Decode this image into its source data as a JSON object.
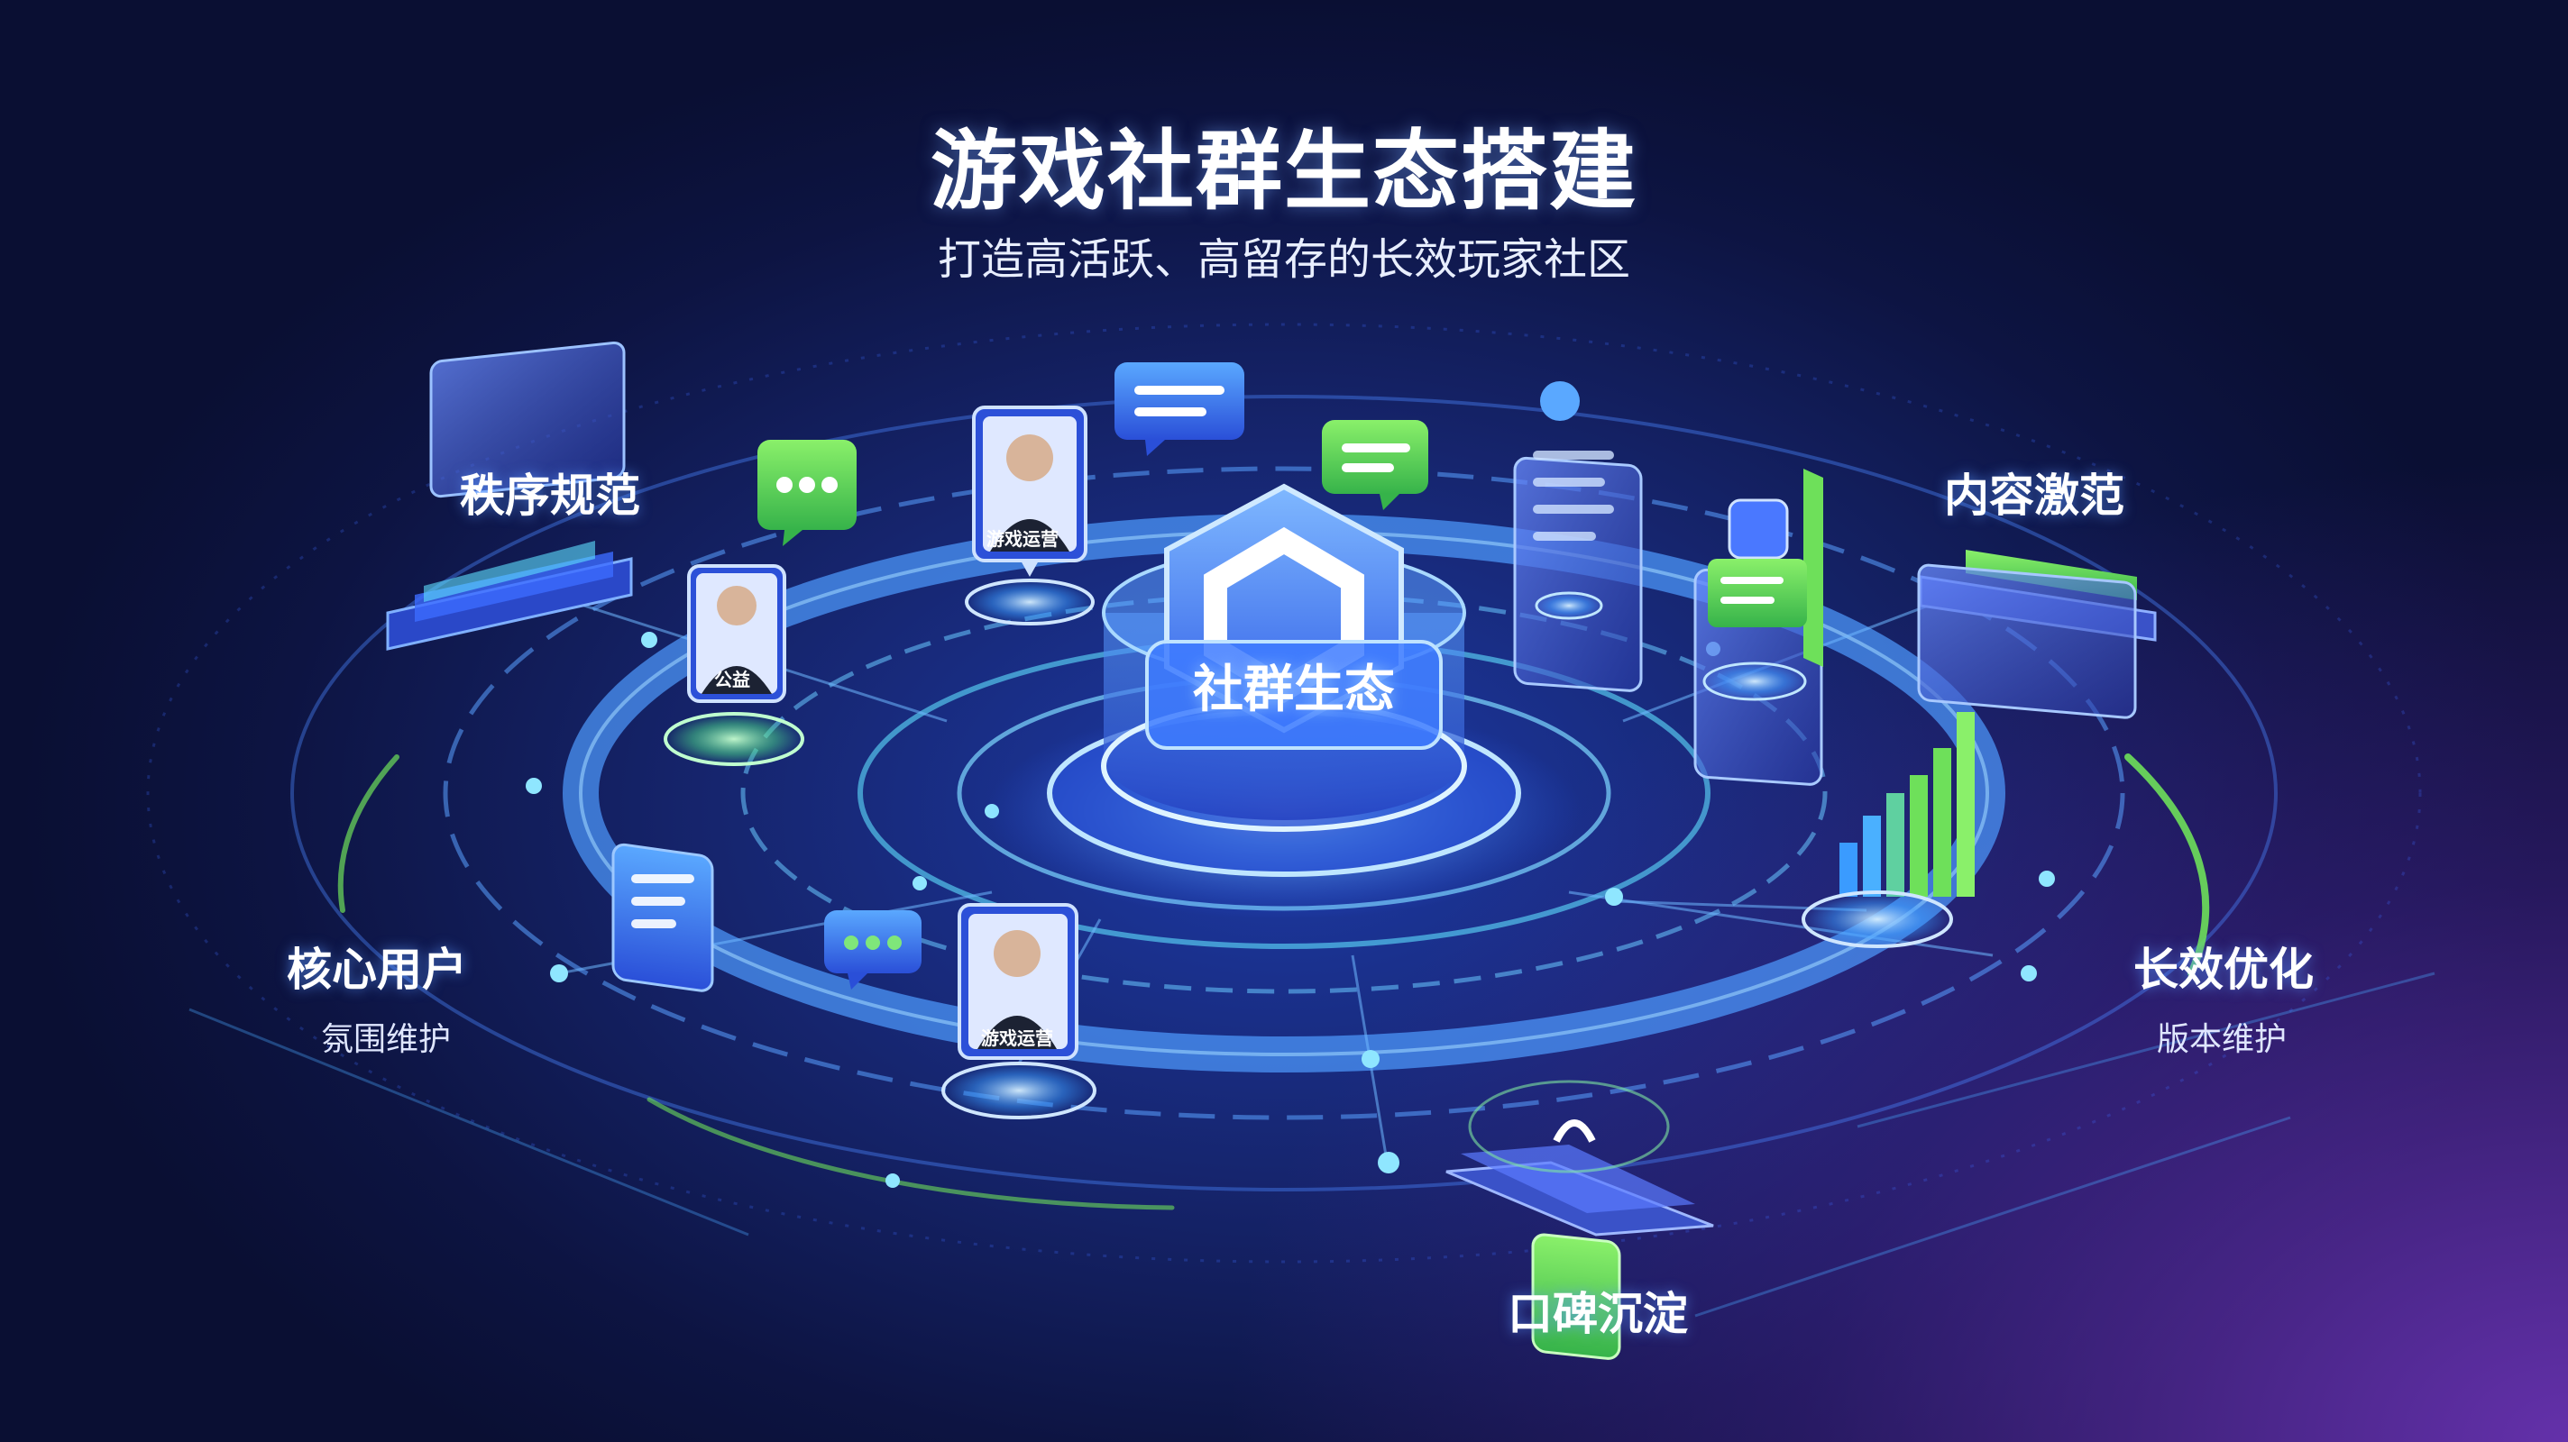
{
  "title": "游戏社群生态搭建",
  "subtitle": "打造高活跃、高留存的长效玩家社区",
  "center": {
    "label": "社群生态"
  },
  "nodes": {
    "order": {
      "label": "秩序规范"
    },
    "content": {
      "label": "内容激范"
    },
    "core": {
      "label": "核心用户",
      "sublabel": "氛围维护"
    },
    "optimize": {
      "label": "长效优化",
      "sublabel": "版本维护"
    },
    "reputation": {
      "label": "口碑沉淀"
    }
  },
  "avatars": {
    "top": {
      "tag": "游戏运营"
    },
    "left": {
      "tag": "公益"
    },
    "bottom": {
      "tag": "游戏运营"
    }
  },
  "colors": {
    "accent_blue": "#3a8bff",
    "accent_cyan": "#5fe0ff",
    "accent_green": "#6ee05a",
    "accent_purple": "#8a44d8"
  }
}
